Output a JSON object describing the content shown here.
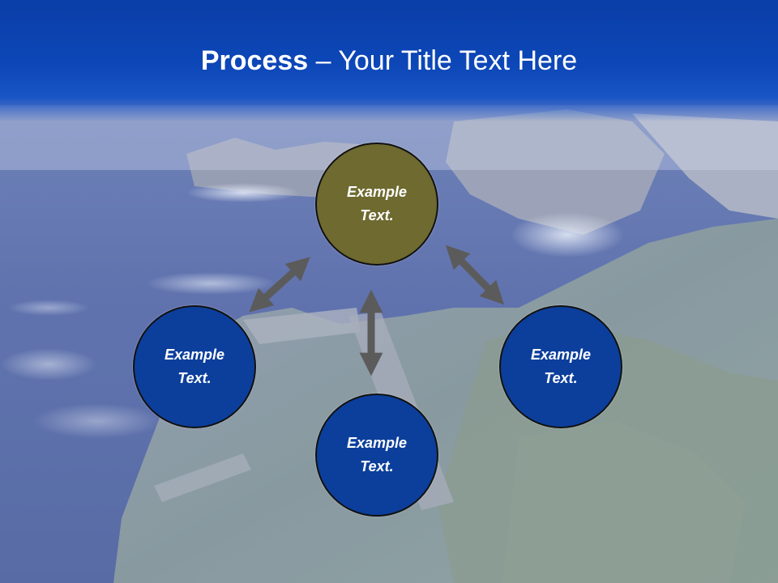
{
  "slide": {
    "title_bold": "Process",
    "title_rest": " – Your Title Text Here"
  },
  "nodes": [
    {
      "id": "top",
      "label": "Example Text.",
      "color": "#6e6a30"
    },
    {
      "id": "left",
      "label": "Example Text.",
      "color": "#0c3f9c"
    },
    {
      "id": "right",
      "label": "Example Text.",
      "color": "#0c3f9c"
    },
    {
      "id": "bottom",
      "label": "Example Text.",
      "color": "#0c3f9c"
    }
  ],
  "colors": {
    "title_band": "#0d47b8",
    "arrow": "#5b5b5b",
    "background_sea": "#4d64a8",
    "background_land": "#7d8fa0"
  }
}
